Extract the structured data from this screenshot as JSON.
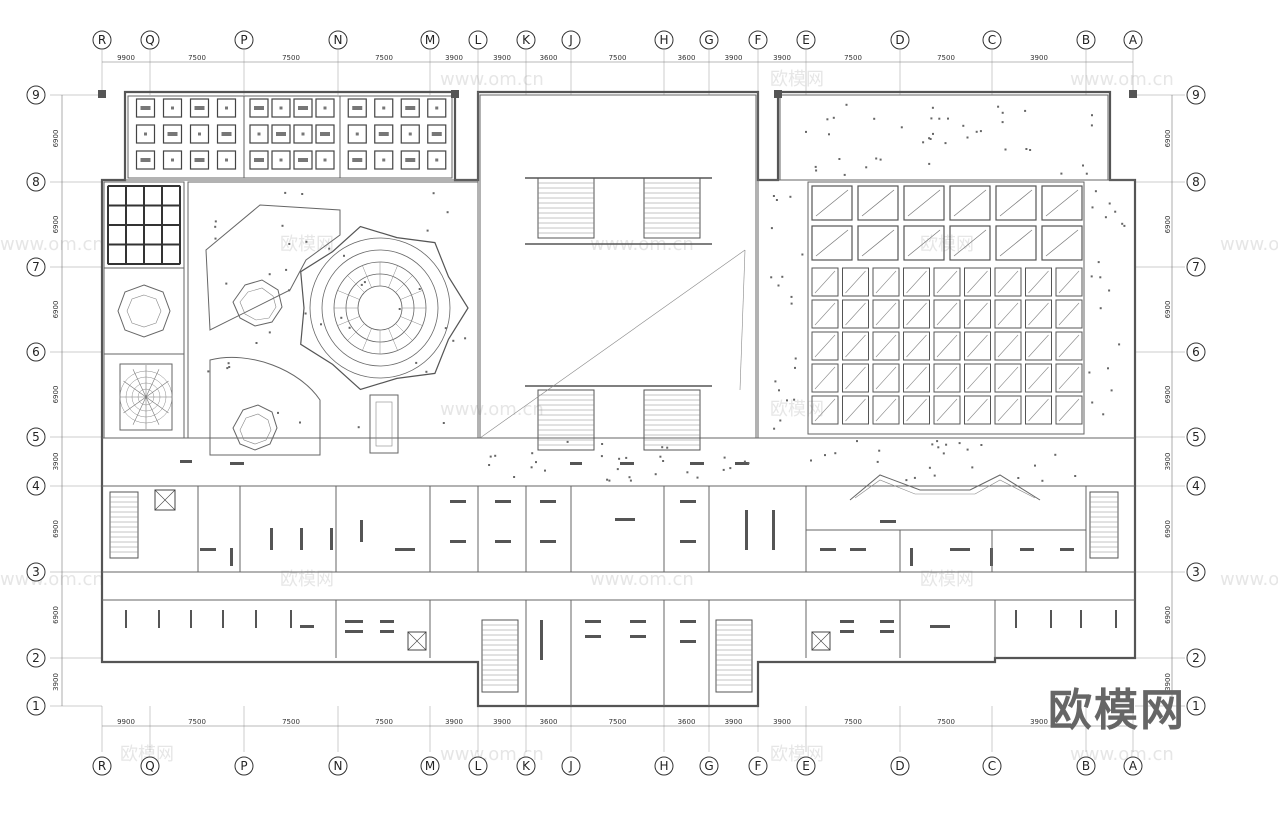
{
  "top_axes": [
    "R",
    "Q",
    "P",
    "N",
    "M",
    "L",
    "K",
    "J",
    "H",
    "G",
    "F",
    "E",
    "D",
    "C",
    "B",
    "A"
  ],
  "bottom_axes": [
    "R",
    "Q",
    "P",
    "N",
    "M",
    "L",
    "K",
    "J",
    "H",
    "G",
    "F",
    "E",
    "D",
    "C",
    "B",
    "A"
  ],
  "left_rows": [
    "9",
    "8",
    "7",
    "6",
    "5",
    "4",
    "3",
    "2",
    "1"
  ],
  "right_rows": [
    "9",
    "8",
    "7",
    "6",
    "5",
    "4",
    "3",
    "2",
    "1"
  ],
  "top_dims": [
    "9900",
    "7500",
    "7500",
    "7500",
    "3900",
    "3900",
    "3600",
    "7500",
    "3600",
    "3900",
    "3900",
    "7500",
    "7500",
    "3900"
  ],
  "bottom_dims": [
    "9900",
    "7500",
    "7500",
    "7500",
    "3900",
    "3900",
    "3600",
    "7500",
    "3600",
    "3900",
    "3900",
    "7500",
    "7500",
    "3900"
  ],
  "left_dims": [
    "6900",
    "6900",
    "6900",
    "6900",
    "3900",
    "6900",
    "6900",
    "3900"
  ],
  "right_dims": [
    "6900",
    "6900",
    "6900",
    "6900",
    "3900",
    "6900",
    "6900",
    "3900"
  ],
  "watermark_text": "www.om.cn",
  "watermark_brand": "欧模网",
  "logo_text": "欧模网"
}
